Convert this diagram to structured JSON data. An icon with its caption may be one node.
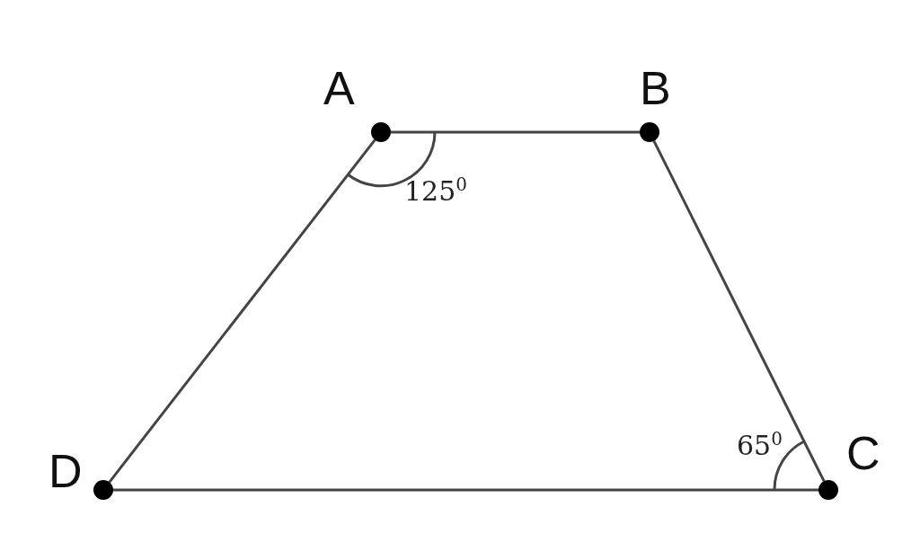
{
  "diagram": {
    "nodes": [
      {
        "text": [
          "A"
        ]
      },
      {
        "text": [
          "B"
        ]
      },
      {
        "text": [
          "C"
        ]
      },
      {
        "text": [
          "D"
        ]
      }
    ],
    "edges": [
      {
        "from": 0,
        "to": 1,
        "arrow": "none"
      },
      {
        "from": 1,
        "to": 2,
        "arrow": "none"
      },
      {
        "from": 2,
        "to": 3,
        "arrow": "none"
      },
      {
        "from": 3,
        "to": 0,
        "arrow": "none"
      }
    ],
    "labels": [
      "125$^{0}$",
      "65$^{0}$"
    ]
  }
}
